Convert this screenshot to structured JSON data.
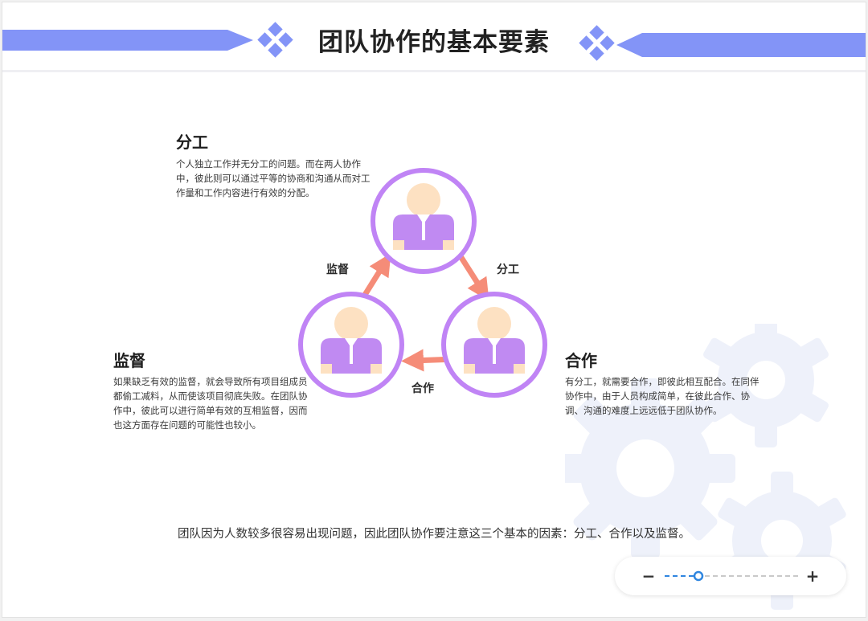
{
  "title": "团队协作的基本要素",
  "nodes": {
    "division": {
      "heading": "分工",
      "text": "个人独立工作并无分工的问题。而在两人协作中，彼此则可以通过平等的协商和沟通从而对工作量和工作内容进行有效的分配。"
    },
    "supervision": {
      "heading": "监督",
      "text": "如果缺乏有效的监督，就会导致所有项目组成员都偷工减料，从而使该项目彻底失败。在团队协作中，彼此可以进行简单有效的互相监督，因而也这方面存在问题的可能性也较小。"
    },
    "cooperation": {
      "heading": "合作",
      "text": "有分工，就需要合作，即彼此相互配合。在同伴协作中，由于人员构成简单，在彼此合作、协调、沟通的难度上远远低于团队协作。"
    }
  },
  "arrows": {
    "left": "监督",
    "right": "分工",
    "bottom": "合作"
  },
  "summary": "团队因为人数较多很容易出现问题，因此团队协作要注意这三个基本的因素：分工、合作以及监督。",
  "zoom": {
    "minus": "−",
    "plus": "+",
    "level": 0.25
  },
  "colors": {
    "accent": "#8394f7",
    "ring": "#c084f5",
    "body": "#c08af2",
    "skin": "#fde1c2",
    "arrow": "#f58c78",
    "gear": "#eef1fa",
    "slider": "#2f86e0"
  },
  "icons": {
    "header_left": "diamond-cluster-icon",
    "header_right": "diamond-cluster-icon",
    "person": "person-icon",
    "background": "gear-icon"
  }
}
